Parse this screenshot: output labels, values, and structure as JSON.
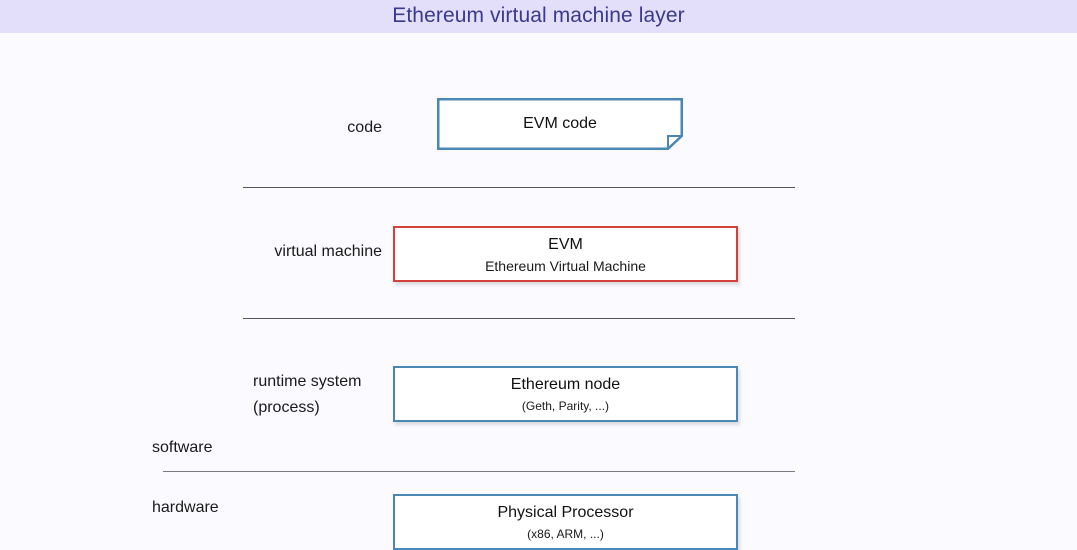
{
  "header": {
    "title": "Ethereum virtual machine layer",
    "band_color": "#e3dffa",
    "title_color": "#3a3a8c"
  },
  "colors": {
    "background": "#fbfaff",
    "blue_border": "#4b87b4",
    "red_border": "#d6403c",
    "divider": "#555555",
    "divider_light": "#7a7a7a",
    "box_fill": "#ffffff",
    "text": "#111111"
  },
  "layers": {
    "code": {
      "label": "code",
      "box_title": "EVM code",
      "box_style": "document-folded-corner",
      "border_color": "#4b87b4"
    },
    "virtual_machine": {
      "label": "virtual machine",
      "box_title": "EVM",
      "box_subtitle": "Ethereum Virtual Machine",
      "border_color": "#d6403c"
    },
    "runtime_system": {
      "label_line1": "runtime system",
      "label_line2": "(process)",
      "box_title": "Ethereum node",
      "box_subtitle": "(Geth, Parity, ...)",
      "border_color": "#4b87b4"
    },
    "hardware": {
      "box_title": "Physical Processor",
      "box_subtitle": "(x86, ARM, ...)",
      "border_color": "#4b87b4"
    }
  },
  "side_labels": {
    "software": "software",
    "hardware": "hardware"
  }
}
